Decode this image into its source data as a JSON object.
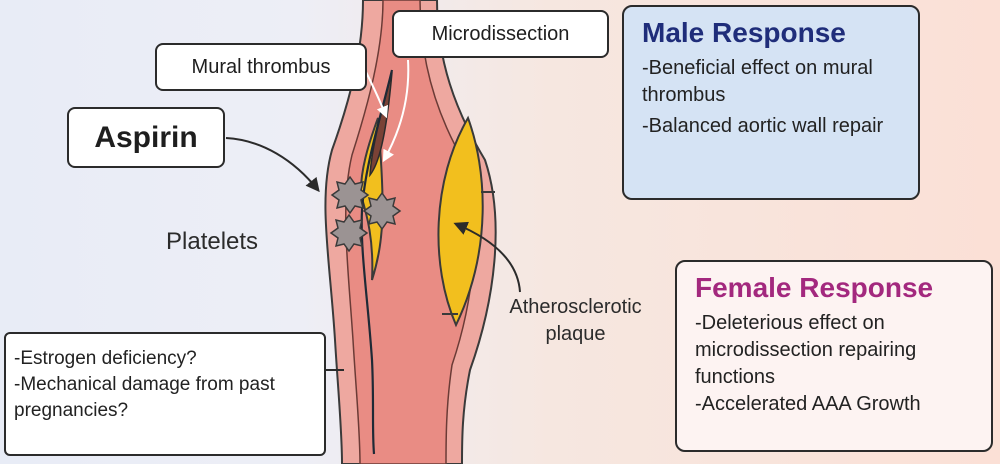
{
  "labels": {
    "microdissection": "Microdissection",
    "mural_thrombus": "Mural thrombus",
    "aspirin": "Aspirin",
    "platelets": "Platelets",
    "plaque_line1": "Atherosclerotic",
    "plaque_line2": "plaque"
  },
  "male_response": {
    "title": "Male Response",
    "items": [
      "-Beneficial effect on mural thrombus",
      "-Balanced aortic wall repair"
    ]
  },
  "female_response": {
    "title": "Female Response",
    "items": [
      "-Deleterious effect on microdissection repairing functions",
      "-Accelerated AAA Growth"
    ]
  },
  "hypotheses": {
    "items": [
      "-Estrogen deficiency?",
      "-Mechanical damage from past pregnancies?"
    ]
  },
  "colors": {
    "vessel_wall": "#eea8a0",
    "vessel_lumen": "#e98c84",
    "plaque": "#f2bf1e",
    "thrombus": "#7a4236",
    "platelet": "#9b9393",
    "male_title": "#1f2d7a",
    "female_title": "#a3287e",
    "male_box": "#d5e3f4"
  }
}
